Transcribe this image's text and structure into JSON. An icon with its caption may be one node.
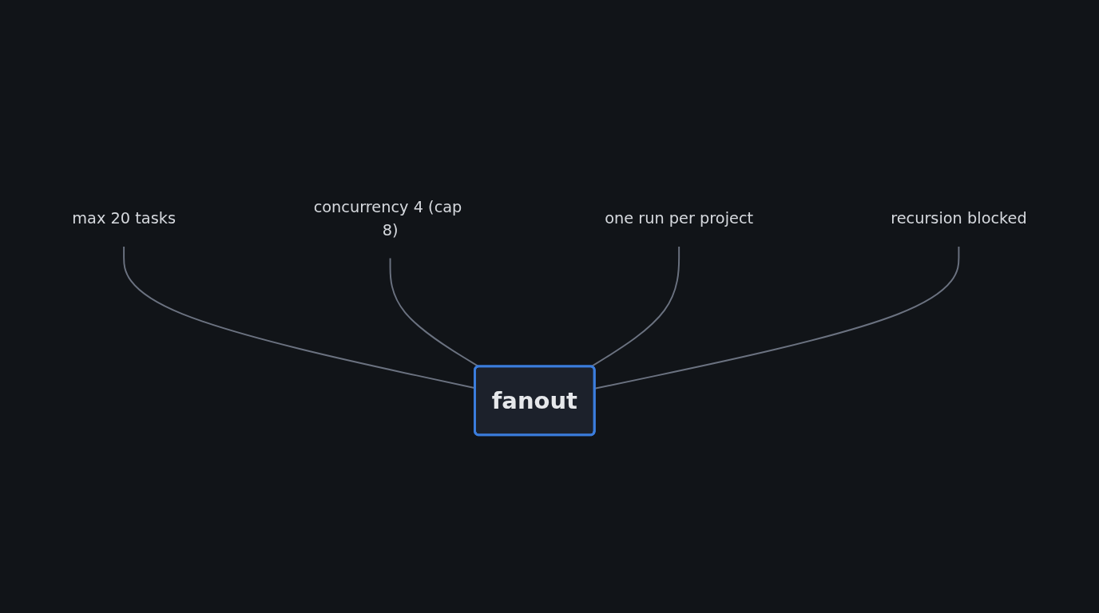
{
  "diagram": {
    "nodes": [
      {
        "text": [
          "max 20 tasks"
        ]
      },
      {
        "text": [
          "concurrency 4 (cap 8)"
        ]
      },
      {
        "text": [
          "one run per project"
        ]
      },
      {
        "text": [
          "recursion blocked"
        ]
      },
      {
        "text": [
          "fanout"
        ]
      }
    ],
    "edges": [
      {
        "from": 4,
        "to": 0,
        "arrow": "none"
      },
      {
        "from": 4,
        "to": 1,
        "arrow": "none"
      },
      {
        "from": 4,
        "to": 2,
        "arrow": "none"
      },
      {
        "from": 4,
        "to": 3,
        "arrow": "none"
      }
    ]
  }
}
